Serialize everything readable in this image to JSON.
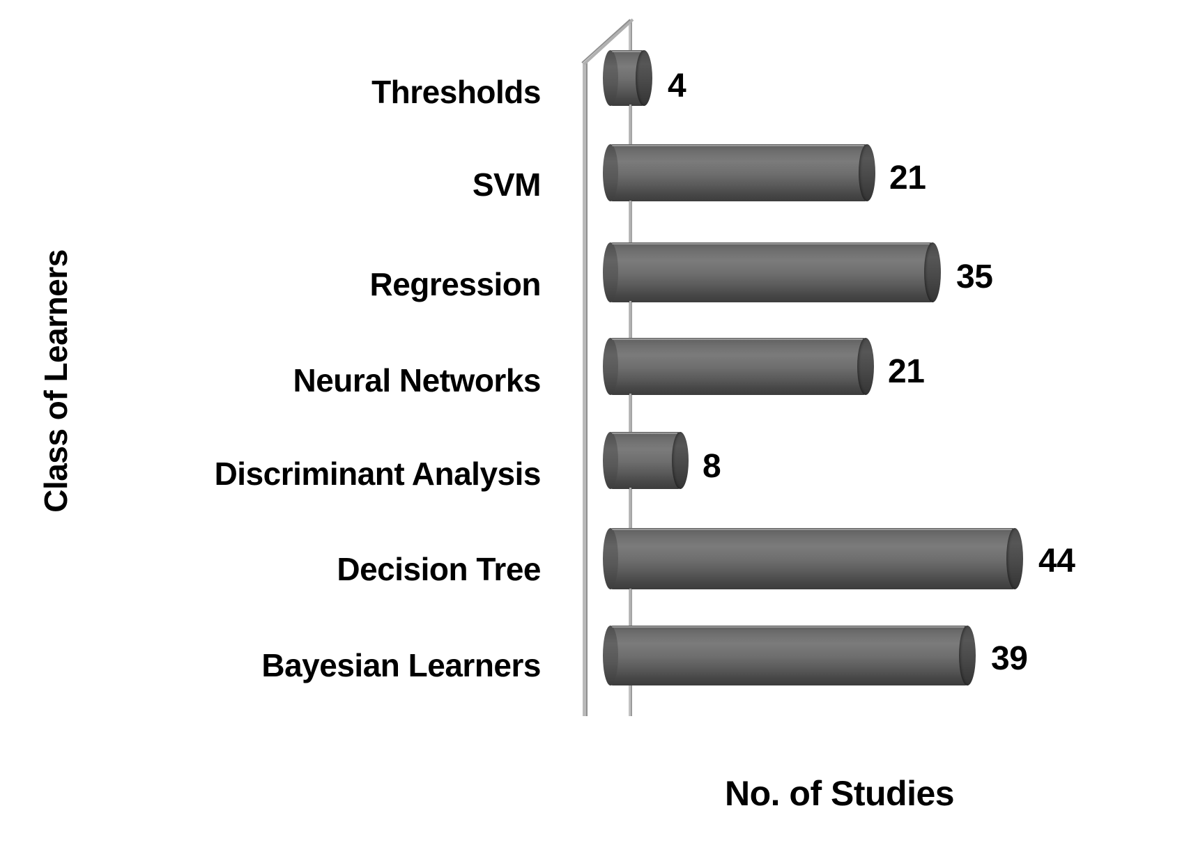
{
  "chart_data": {
    "type": "bar",
    "orientation": "horizontal",
    "style": "3d-cylinder",
    "title": "",
    "xlabel": "No. of Studies",
    "ylabel": "Class of Learners",
    "categories": [
      "Thresholds",
      "SVM",
      "Regression",
      "Neural Networks",
      "Discriminant Analysis",
      "Decision Tree",
      "Bayesian Learners"
    ],
    "values": [
      4,
      21,
      35,
      21,
      8,
      44,
      39
    ],
    "data_labels": [
      "4",
      "21",
      "35",
      "21",
      "8",
      "44",
      "39"
    ],
    "xlim": [
      0,
      48
    ],
    "ylim": null,
    "grid": false,
    "legend": null,
    "tick_labels_x": [],
    "tick_labels_y": [
      "Thresholds",
      "SVM",
      "Regression",
      "Neural Networks",
      "Discriminant Analysis",
      "Decision Tree",
      "Bayesian Learners"
    ],
    "colors": {
      "bar_fill_light": "#7b7b7b",
      "bar_fill_dark": "#3d3d3d",
      "bar_end_cap": "#4a4a4a",
      "axis_wall": "#b9b9b9",
      "text": "#000000",
      "background": "#ffffff"
    }
  },
  "axis": {
    "y_title": "Class of Learners",
    "x_title": "No. of Studies"
  },
  "rows": [
    {
      "label": "Thresholds",
      "value": "4"
    },
    {
      "label": "SVM",
      "value": "21"
    },
    {
      "label": "Regression",
      "value": "35"
    },
    {
      "label": "Neural Networks",
      "value": "21"
    },
    {
      "label": "Discriminant Analysis",
      "value": "8"
    },
    {
      "label": "Decision Tree",
      "value": "44"
    },
    {
      "label": "Bayesian Learners",
      "value": "39"
    }
  ]
}
